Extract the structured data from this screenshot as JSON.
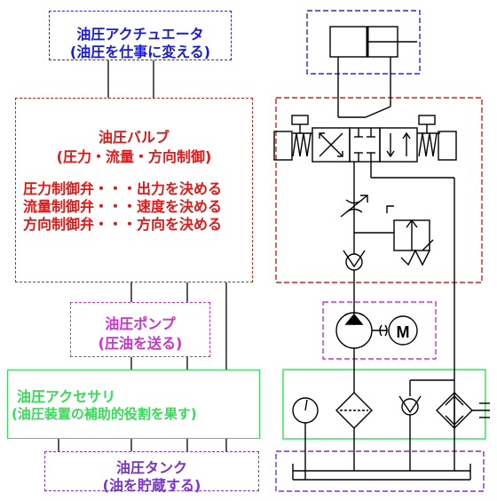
{
  "actuator": {
    "title": "油圧アクチュエータ",
    "subtitle": "(油圧を仕事に変える)",
    "color": "#1a1ad8"
  },
  "valve": {
    "title": "油圧バルブ",
    "subtitle": "(圧力・流量・方向制御)",
    "lines": [
      "圧力制御弁・・・出力を決める",
      "流量制御弁・・・速度を決める",
      "方向制御弁・・・方向を決める"
    ],
    "color": "#e01818"
  },
  "pump": {
    "title": "油圧ポンプ",
    "subtitle": "(圧油を送る)",
    "color": "#cc33cc"
  },
  "accessory": {
    "title": "油圧アクセサリ",
    "subtitle": "(油圧装置の補助的役割を果す)",
    "color": "#33dd55"
  },
  "tank": {
    "title": "油圧タンク",
    "subtitle": "(油を貯蔵する)",
    "color": "#7a33cc"
  },
  "symbols": {
    "motor_label": "M"
  }
}
